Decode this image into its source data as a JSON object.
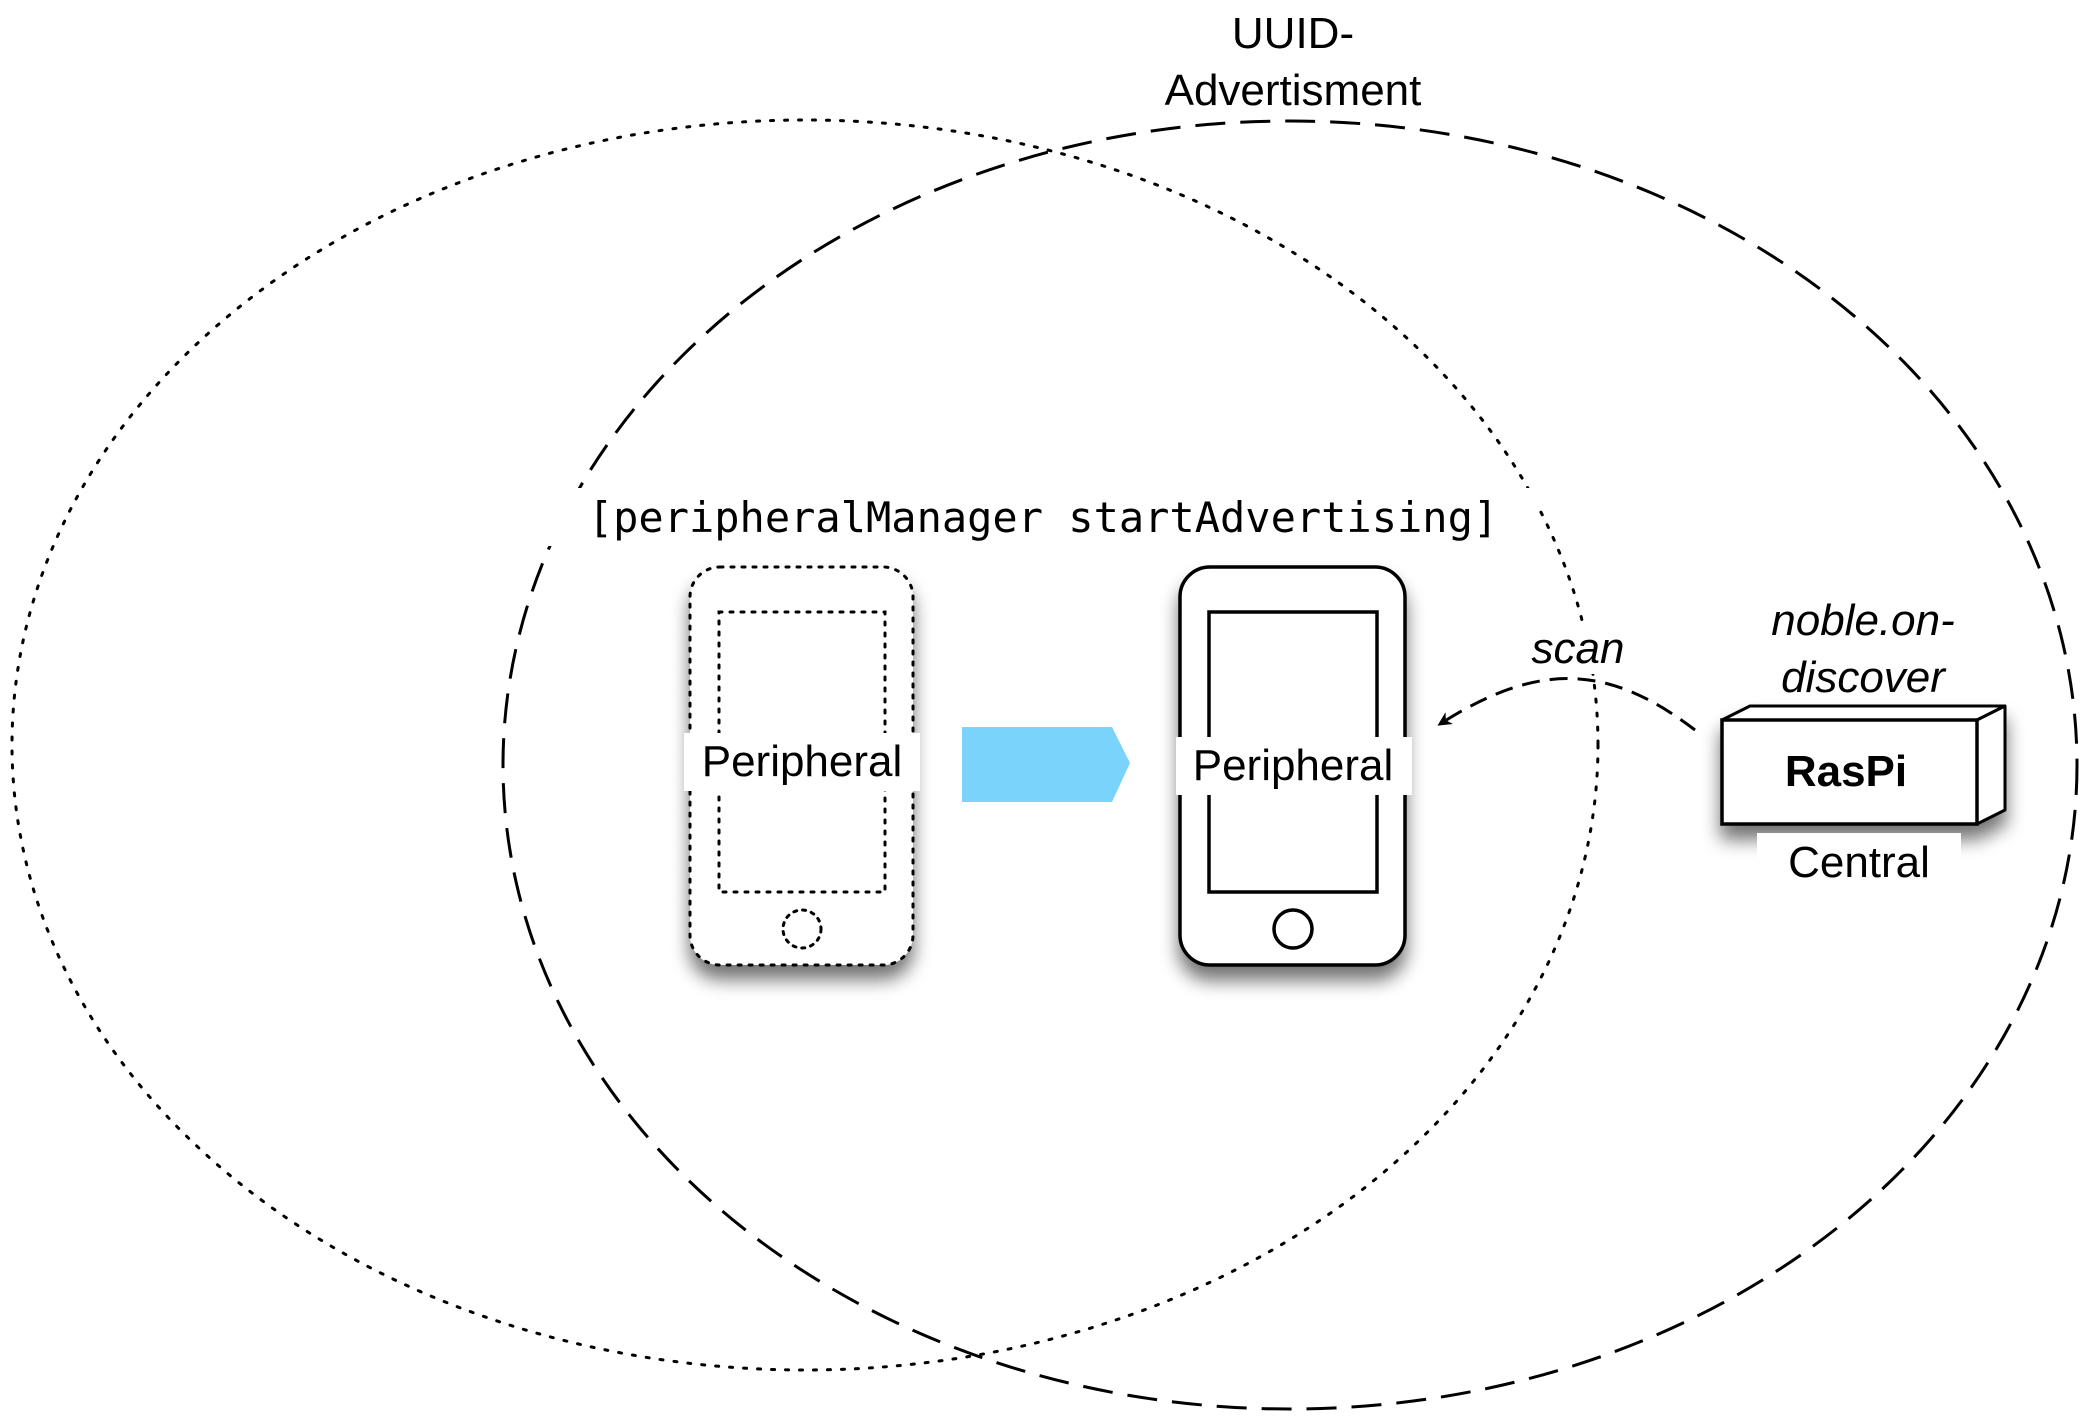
{
  "diagram": {
    "advertisement_label_line1": "UUID-",
    "advertisement_label_line2": "Advertisment",
    "code_label": "[peripheralManager startAdvertising]",
    "phone_inactive": {
      "label": "Peripheral"
    },
    "phone_active": {
      "label": "Peripheral"
    },
    "scan_label": "scan",
    "raspi": {
      "label": "RasPi",
      "role": "Central",
      "event_line1": "noble.on-",
      "event_line2": "discover"
    },
    "colors": {
      "stroke": "#000000",
      "transition_arrow": "#79d3fb",
      "shadow": "#000000"
    },
    "icons": [
      "smartphone-dotted-icon",
      "smartphone-icon",
      "transition-arrow-icon",
      "raspi-box-icon",
      "scan-arrow-icon"
    ]
  }
}
